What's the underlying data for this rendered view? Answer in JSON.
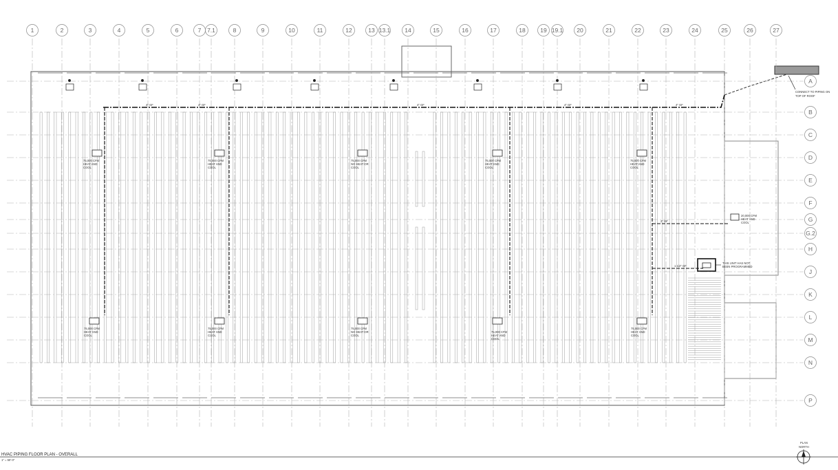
{
  "drawing": {
    "title": "HVAC PIPING FLOOR PLAN - OVERALL",
    "scale": "1\" = 50'-0\"",
    "north_label_1": "PLAN",
    "north_label_2": "NORTH"
  },
  "grid": {
    "columns": [
      "1",
      "2",
      "3",
      "4",
      "5",
      "6",
      "7",
      "7.1",
      "8",
      "9",
      "10",
      "11",
      "12",
      "13",
      "13.1",
      "14",
      "15",
      "16",
      "17",
      "18",
      "19",
      "19.1",
      "20",
      "21",
      "22",
      "23",
      "24",
      "25",
      "26",
      "27"
    ],
    "rows": [
      "A",
      "B",
      "C",
      "D",
      "E",
      "F",
      "G",
      "G.2",
      "H",
      "J",
      "K",
      "L",
      "M",
      "N",
      "P"
    ]
  },
  "notes": {
    "connect_1": "CONNECT TO PIPING ON",
    "connect_2": "TOP OF ROOF",
    "not_programmed_1": "THIS UNIT HAS NOT",
    "not_programmed_2": "BEEN PROGRAMMED",
    "unit_office_1": "20,000 CFM",
    "unit_office_2": "HEAT AND",
    "unit_office_3": "COOL"
  },
  "units": {
    "heat_cool": [
      "75,000 CFM",
      "HEAT AND",
      "COOL"
    ],
    "no_heat": [
      "75,000 CFM",
      "NO HEAT OR",
      "COOL"
    ]
  },
  "pipe_labels": {
    "main": "4\" GF",
    "branch": "2\" GF",
    "riser": "1 1/2\" GF"
  }
}
